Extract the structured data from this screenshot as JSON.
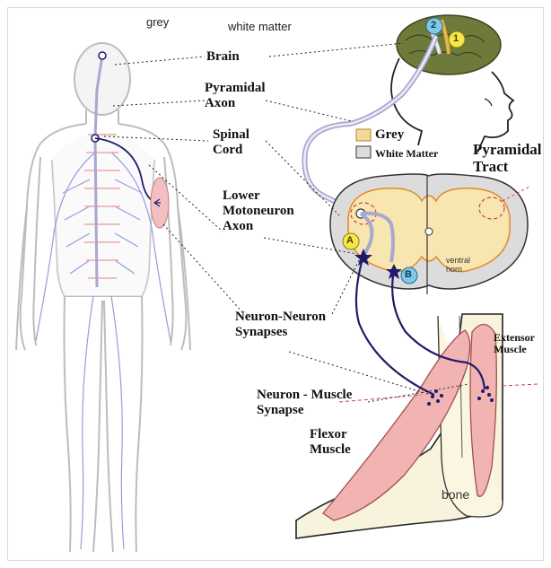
{
  "headers": {
    "grey": "grey",
    "white_matter": "white matter"
  },
  "labels": {
    "brain": "Brain",
    "pyramidal_axon": [
      "Pyramidal",
      "Axon"
    ],
    "spinal_cord": [
      "Spinal",
      "Cord"
    ],
    "lower_motoneuron_axon": [
      "Lower",
      "Motoneuron",
      "Axon"
    ],
    "neuron_neuron_synapses": [
      "Neuron-Neuron",
      "Synapses"
    ],
    "neuron_muscle_synapse": [
      "Neuron - Muscle",
      "Synapse"
    ],
    "flexor_muscle": [
      "Flexor",
      "Muscle"
    ],
    "extensor_muscle": [
      "Extensor",
      "Muscle"
    ],
    "pyramidal_tract": [
      "Pyramidal",
      "Tract"
    ]
  },
  "legend": {
    "grey": "Grey",
    "white_matter": "White Matter"
  },
  "cord_labels": {
    "ventral_horn": [
      "ventral",
      "horn"
    ],
    "a": "A",
    "b": "B"
  },
  "brain_markers": {
    "one": "1",
    "two": "2"
  },
  "bone": "bone",
  "colors": {
    "nerve": "#1f1a6b",
    "tract": "#a8a8d0",
    "grey_matter": "#f7e6b0",
    "white_matter": "#dcdcdc",
    "muscle": "#f2b3b3",
    "marker_yellow": "#f5e64a",
    "marker_blue": "#7fc8e8"
  }
}
